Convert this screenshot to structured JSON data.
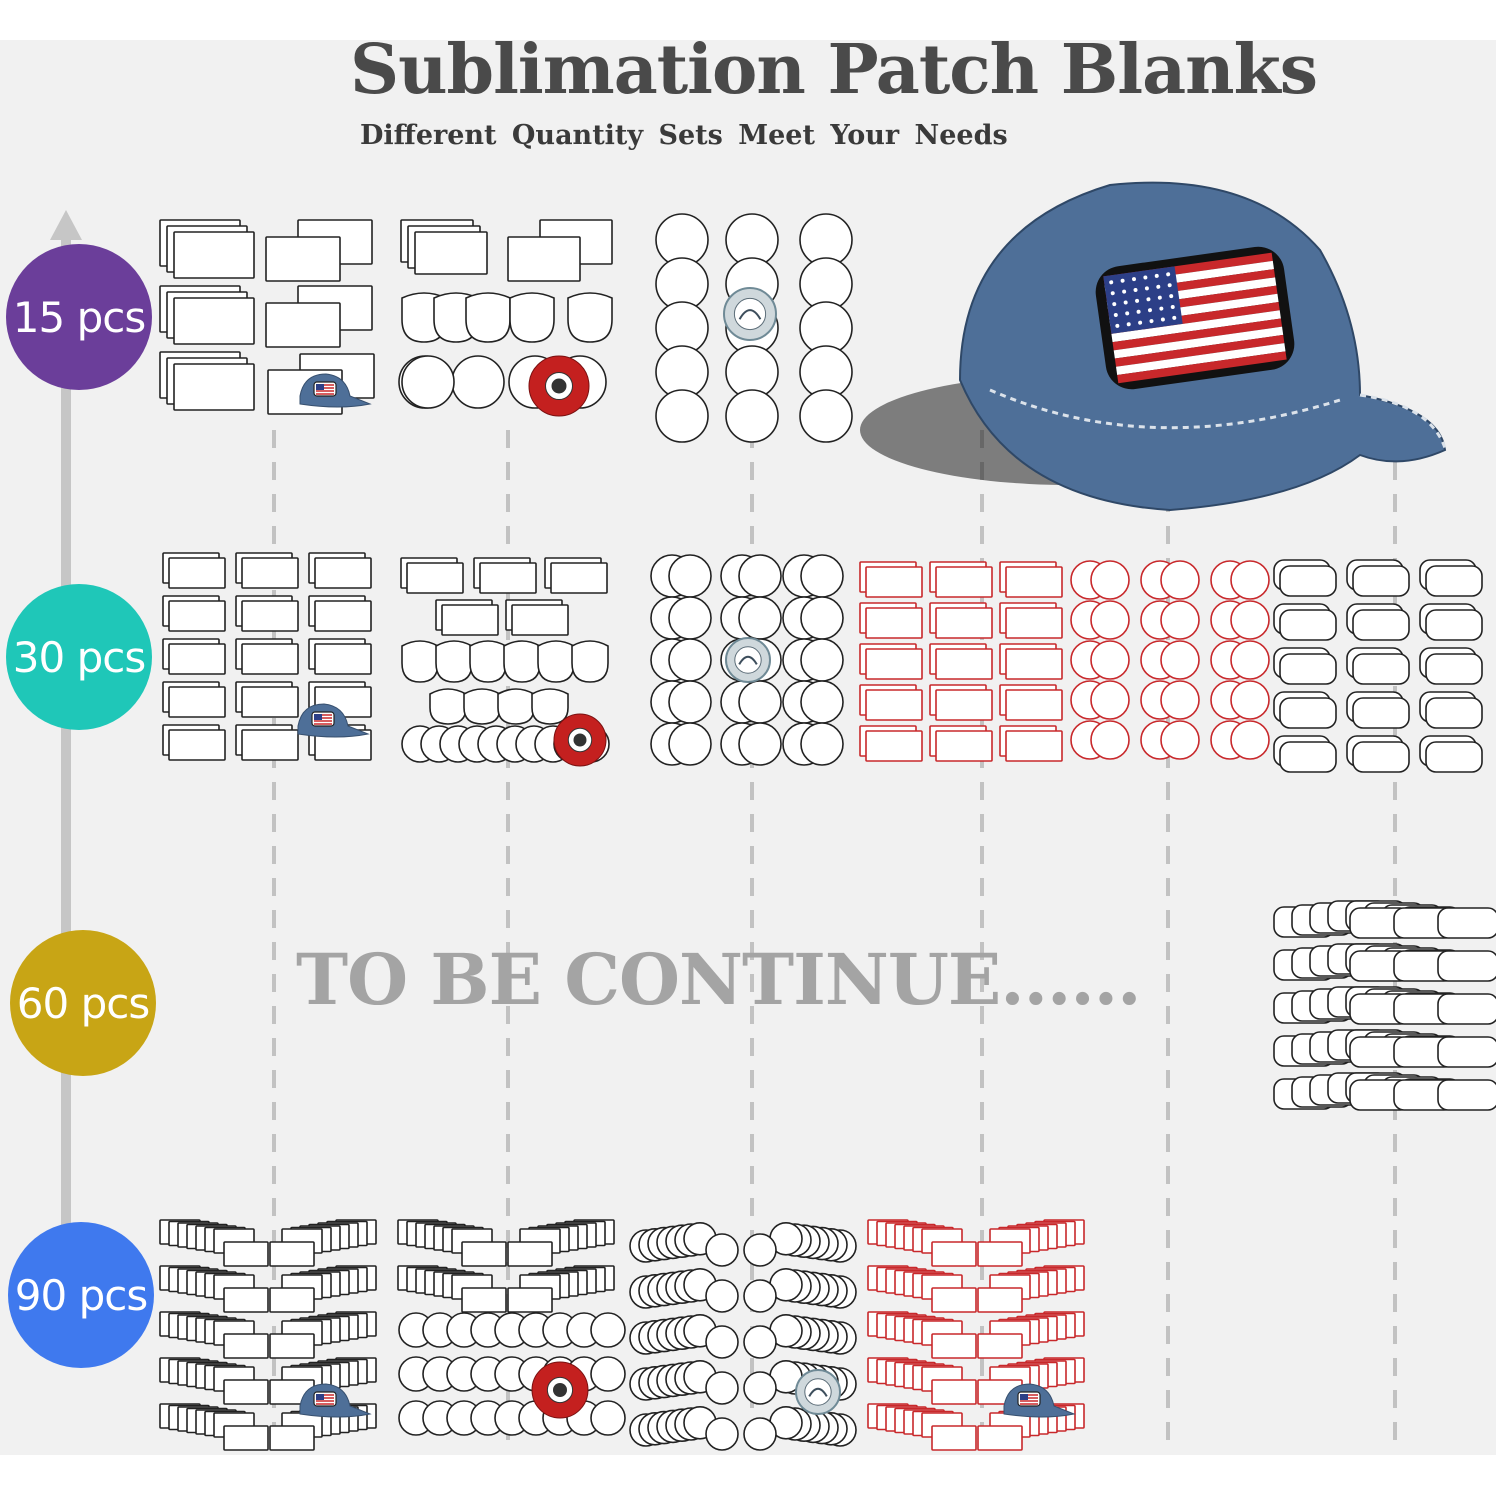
{
  "title": "Sublimation Patch Blanks",
  "subtitle": "Different Quantity Sets Meet Your Needs",
  "continue_text": "TO BE CONTINUE......",
  "tiers": [
    {
      "label": "15 pcs",
      "color": "#6b3e9a"
    },
    {
      "label": "30 pcs",
      "color": "#1fc7b8"
    },
    {
      "label": "60 pcs",
      "color": "#c8a515"
    },
    {
      "label": "90 pcs",
      "color": "#3f79ee"
    }
  ],
  "colors": {
    "background": "#f1f1f1",
    "patch_outline": "#222222",
    "red_patch_outline": "#c8282b",
    "timeline": "#c6c6c6",
    "dashed_guides": "#c2c2c2",
    "denim_cap": "#4e6f98"
  },
  "icons": [
    "denim-cap-with-flag-patch",
    "red-cap-photo",
    "coaster-photo",
    "flag-patch"
  ]
}
